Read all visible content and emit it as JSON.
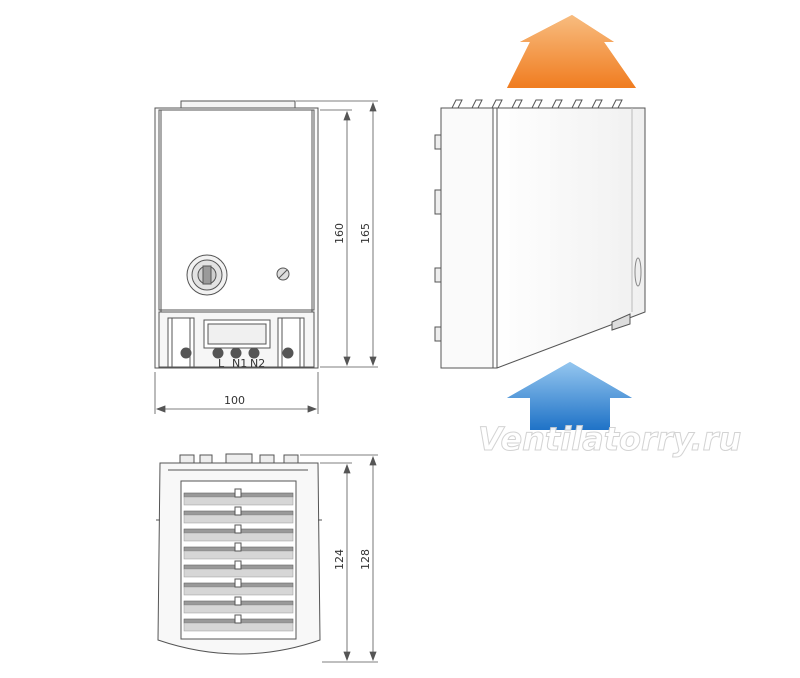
{
  "front_view": {
    "width_dim": "100",
    "height_inner_dim": "160",
    "height_outer_dim": "165",
    "terminal_labels": [
      "L",
      "N1",
      "N2"
    ]
  },
  "top_view": {
    "depth_inner_dim": "124",
    "depth_outer_dim": "128"
  },
  "airflow": {
    "outlet_color": "#f08a2c",
    "inlet_color": "#2a86d6"
  },
  "watermark": "Ventilatorry.ru"
}
